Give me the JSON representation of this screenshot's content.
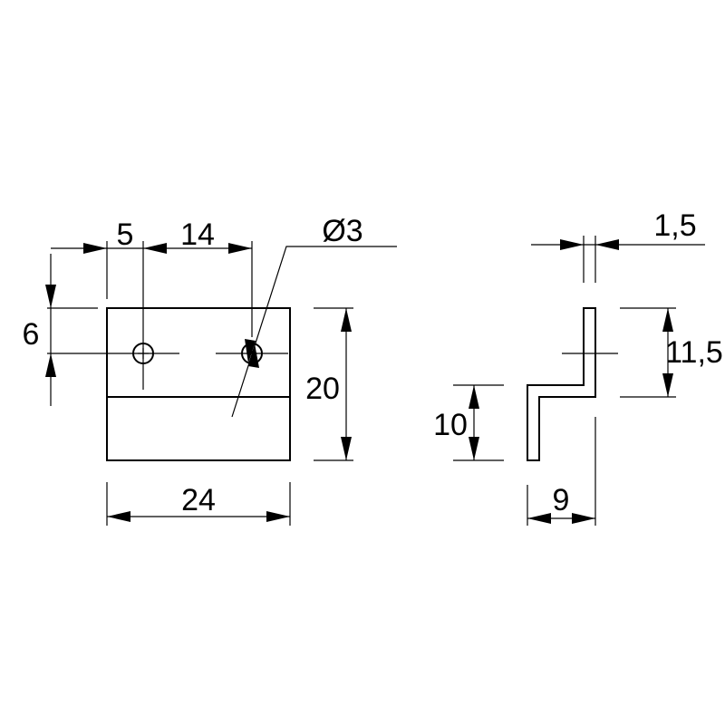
{
  "front_view": {
    "dim_hole_offset": "5",
    "dim_hole_spacing": "14",
    "dim_hole_diameter": "Ø3",
    "dim_hole_height": "6",
    "dim_height": "20",
    "dim_width": "24"
  },
  "side_view": {
    "dim_thickness": "1,5",
    "dim_upper_height": "11,5",
    "dim_lower_height": "10",
    "dim_offset": "9"
  }
}
